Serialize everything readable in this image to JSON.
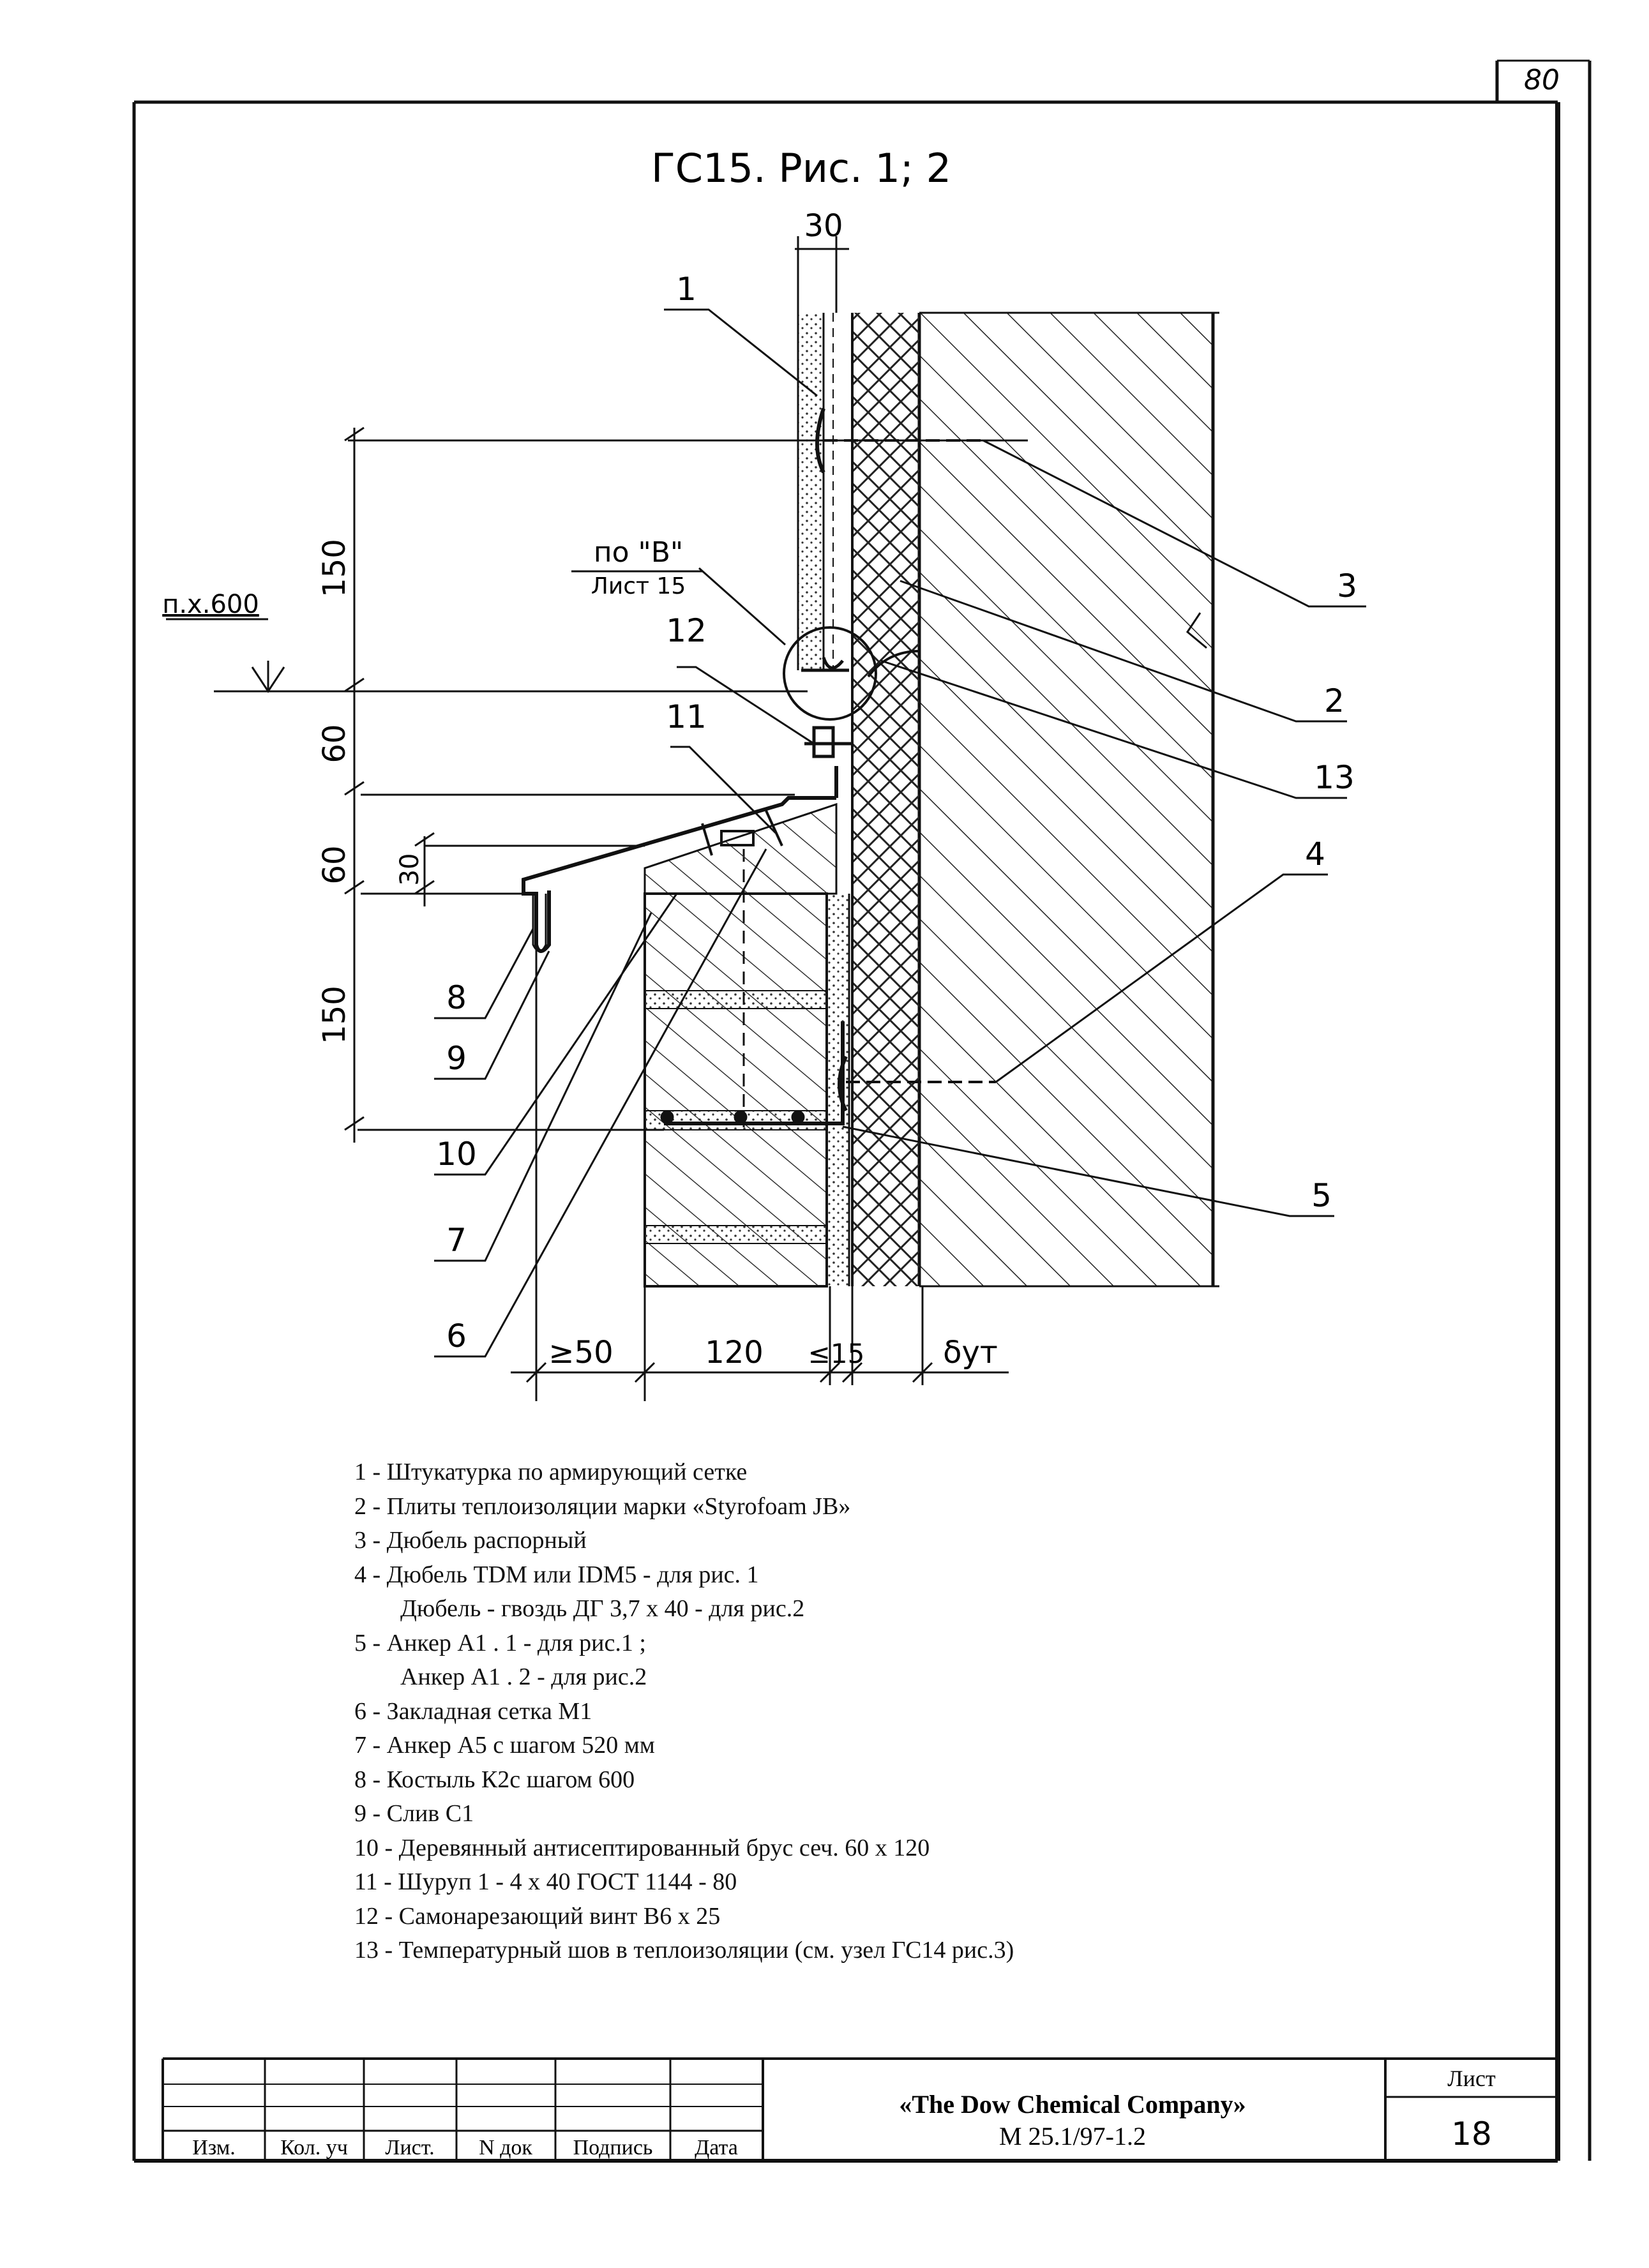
{
  "sheet_number_corner": "80",
  "drawing_title": "ГС15. Рис. 1; 2",
  "dimensions": {
    "top_30": "30",
    "d150_upper": "150",
    "d60_upper": "60",
    "d60_lower": "60",
    "d30": "30",
    "d150_lower": "150",
    "bottom_50": "≥50",
    "bottom_120": "120",
    "bottom_15": "≤15",
    "bottom_ins": "δут"
  },
  "level_mark": "п.х.600",
  "ref_note": {
    "line1": "по \"В\"",
    "line2": "Лист 15"
  },
  "callouts": [
    "1",
    "2",
    "3",
    "4",
    "5",
    "6",
    "7",
    "8",
    "9",
    "10",
    "11",
    "12",
    "13"
  ],
  "legend": [
    {
      "num": "1",
      "text": "1 - Штукатурка по армирующий сетке"
    },
    {
      "num": "2",
      "text": "2 - Плиты теплоизоляции  марки «Styrofoam JB»"
    },
    {
      "num": "3",
      "text": "3 - Дюбель распорный"
    },
    {
      "num": "4",
      "text": "4 - Дюбель  TDM или IDM5 - для рис. 1"
    },
    {
      "num": "4b",
      "text": "Дюбель - гвоздь ДГ 3,7 х 40 - для рис.2"
    },
    {
      "num": "5",
      "text": "5 - Анкер А1 . 1 - для рис.1 ;"
    },
    {
      "num": "5b",
      "text": "Анкер А1 . 2 - для рис.2"
    },
    {
      "num": "6",
      "text": "6 - Закладная сетка М1"
    },
    {
      "num": "7",
      "text": "7 - Анкер А5 с шагом 520 мм"
    },
    {
      "num": "8",
      "text": "8 - Костыль К2с шагом 600"
    },
    {
      "num": "9",
      "text": "9 - Слив С1"
    },
    {
      "num": "10",
      "text": "10 - Деревянный антисептированный брус сеч. 60 х 120"
    },
    {
      "num": "11",
      "text": "11 - Шуруп 1 - 4 х 40 ГОСТ 1144 - 80"
    },
    {
      "num": "12",
      "text": "12 - Самонарезающий винт В6 х 25"
    },
    {
      "num": "13",
      "text": "13 - Температурный шов в теплоизоляции (см. узел ГС14 рис.3)"
    }
  ],
  "title_block": {
    "headers": [
      "Изм.",
      "Кол. уч",
      "Лист.",
      "N док",
      "Подпись",
      "Дата"
    ],
    "company": "«The Dow Chemical Company»",
    "doc_code": "М 25.1/97-1.2",
    "sheet_label": "Лист",
    "sheet_value": "18"
  }
}
